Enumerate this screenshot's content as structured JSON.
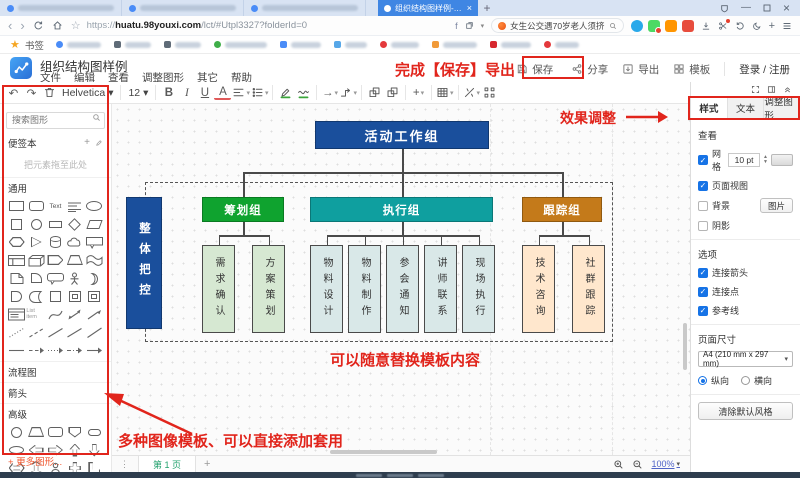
{
  "browser": {
    "active_tab": {
      "title": "组织结构图样例-迅捷画图-在线流程图"
    },
    "inactive_tab_favicon_colors": [
      "#4a8cf7",
      "#4a8cf7",
      "#4a8cf7"
    ],
    "nav": {
      "url_protocol": "https://",
      "url_host": "huatu.98youxi.com",
      "url_path": "/lct/#Utpl3327?folderId=0"
    },
    "search_pill": {
      "text": "女生公交遇70岁老人须挤"
    },
    "bookmarks": {
      "label": "书签",
      "favicon_colors": [
        "#4a8cf7",
        "#5f6b77",
        "#5f6b77",
        "#3fae49",
        "#4a8cf7",
        "#57a7e8",
        "#e4393c",
        "#f19a38",
        "#d7282f",
        "#e4393c"
      ]
    },
    "extension_colors": [
      "#29a9ea",
      "#4cd964",
      "#ff9500",
      "#e74c3c"
    ]
  },
  "app": {
    "title": "组织结构图样例",
    "menus": [
      "文件",
      "编辑",
      "查看",
      "调整图形",
      "其它",
      "帮助"
    ],
    "actions": {
      "save": "保存",
      "share": "分享",
      "export": "导出",
      "template": "模板",
      "login": "登录 / 注册"
    }
  },
  "annotations": {
    "save_export": "完成【保存】导出",
    "effect": "效果调整",
    "replace": "可以随意替换模板内容",
    "templates": "多种图像模板、可以直接添加套用"
  },
  "toolbar": {
    "font": "Helvetica",
    "font_size": "12",
    "icons": [
      "undo",
      "redo",
      "trash",
      "font-family",
      "font-size",
      "bold",
      "italic",
      "underline",
      "font-color",
      "align",
      "list",
      "fill-color",
      "freehand",
      "arrow",
      "connector",
      "bring-front",
      "send-back",
      "insert",
      "table",
      "style",
      "waypoints",
      "fit-screen",
      "format-panel",
      "collapse"
    ]
  },
  "sidebar": {
    "search_placeholder": "搜索图形",
    "scratchpad_title": "便签本",
    "scratchpad_hint": "把元素拖至此处",
    "section_general": "通用",
    "section_flowchart": "流程图",
    "section_arrows": "箭头",
    "section_advanced": "高级",
    "more_shapes": "+ 更多图形...",
    "shape_labels": {
      "text": "Text",
      "list_item": "List item"
    },
    "general_shapes": [
      "rectangle",
      "rounded-rectangle",
      "text",
      "heading",
      "ellipse",
      "square",
      "circle",
      "small-rectangle",
      "diamond",
      "parallelogram",
      "hexagon",
      "triangle",
      "cylinder",
      "cloud",
      "callout",
      "window",
      "cube",
      "step-arrow",
      "trapezoid",
      "flag",
      "document",
      "round-corner",
      "speech-bubble",
      "actor",
      "crescent",
      "half-circle",
      "curved-rectangle",
      "square-2",
      "framed-square",
      "framed-square-2",
      "list-box",
      "list-item",
      "curve",
      "diagonal-arrow-2",
      "diagonal-arrow",
      "dotted-line",
      "dashed-line",
      "line-1",
      "line-2",
      "line-3",
      "thick-line",
      "dash-arrow",
      "dot-arrow",
      "dash-dot-arrow",
      "solid-arrow"
    ],
    "advanced_shapes": [
      "circle",
      "trapezoid",
      "rounded-rectangle",
      "shield",
      "pill",
      "oval",
      "arrow-left",
      "arrow-right",
      "arrow-up",
      "arrow-down",
      "arrow-left-right",
      "arrow-up-down",
      "person",
      "cross",
      "corner"
    ]
  },
  "diagram": {
    "root": {
      "label": "活动工作组",
      "fill": "#1a4f9c",
      "stroke": "#11386f",
      "text_color": "#ffffff"
    },
    "side": {
      "label": "整体把控",
      "fill": "#1a4f9c",
      "stroke": "#11386f",
      "text_color": "#ffffff"
    },
    "groups": [
      {
        "label": "筹划组",
        "fill": "#0fa32f",
        "stroke": "#0a7a22",
        "child_fill": "#d6e8d2",
        "children": [
          "需求确认",
          "方案策划"
        ]
      },
      {
        "label": "执行组",
        "fill": "#0f9f9f",
        "stroke": "#0b7777",
        "child_fill": "#d9e8e8",
        "children": [
          "物料设计",
          "物料制作",
          "参会通知",
          "讲师联系",
          "现场执行"
        ]
      },
      {
        "label": "跟踪组",
        "fill": "#c47a1a",
        "stroke": "#905910",
        "child_fill": "#ffe7cd",
        "children": [
          "技术咨询",
          "社群跟踪"
        ]
      }
    ],
    "child_stroke": "#4a4a4a",
    "child_text_color": "#333333"
  },
  "right_panel": {
    "tabs": [
      "样式",
      "文本",
      "调整图形"
    ],
    "view": {
      "title": "查看",
      "grid": "网格",
      "grid_size": "10 pt",
      "page_view": "页面视图",
      "background": "背景",
      "image_button": "图片",
      "shadow": "阴影"
    },
    "options": {
      "title": "选项",
      "arrows": "连接箭头",
      "points": "连接点",
      "guides": "参考线"
    },
    "page": {
      "title": "页面尺寸",
      "size": "A4 (210 mm x 297 mm)",
      "portrait": "纵向",
      "landscape": "横向"
    },
    "clear_button": "清除默认风格"
  },
  "status_bar": {
    "page": "第 1 页",
    "zoom": "100%"
  }
}
